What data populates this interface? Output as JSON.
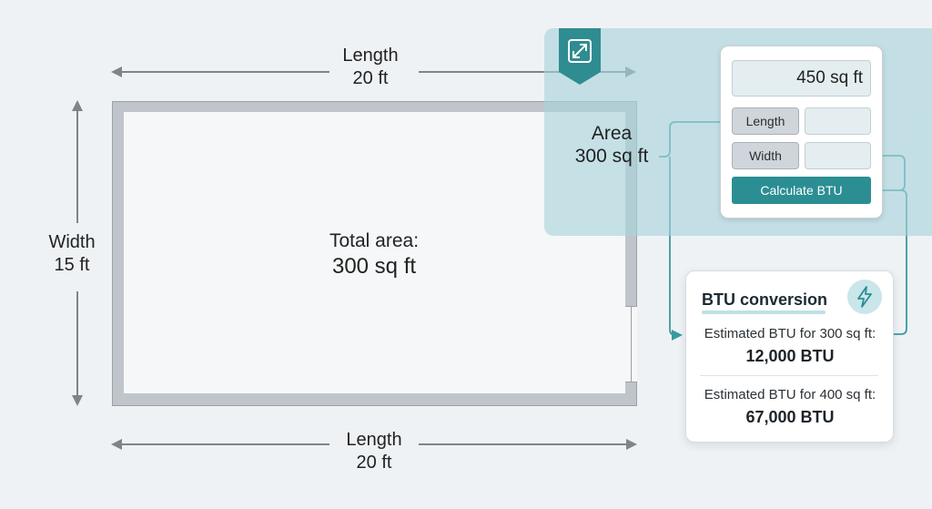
{
  "room": {
    "top_length_label": "Length",
    "top_length_value": "20 ft",
    "bottom_length_label": "Length",
    "bottom_length_value": "20 ft",
    "width_label": "Width",
    "width_value": "15 ft",
    "total_area_label": "Total area:",
    "total_area_value": "300 sq ft"
  },
  "area_callout": {
    "label": "Area",
    "value": "300 sq ft"
  },
  "calculator": {
    "result_value": "450 sq ft",
    "length_label": "Length",
    "width_label": "Width",
    "calculate_label": "Calculate BTU",
    "badge_icon": "expand-arrows-icon"
  },
  "btu": {
    "title": "BTU conversion",
    "icon": "lightning-bolt-icon",
    "rows": [
      {
        "label": "Estimated BTU for 300 sq ft:",
        "value": "12,000 BTU"
      },
      {
        "label": "Estimated BTU for 400 sq ft:",
        "value": "67,000 BTU"
      }
    ]
  },
  "colors": {
    "accent": "#2b8e93",
    "overlay": "#a8d4dc",
    "dimension_line": "#7d858b",
    "connector": "#3a9a9f"
  }
}
